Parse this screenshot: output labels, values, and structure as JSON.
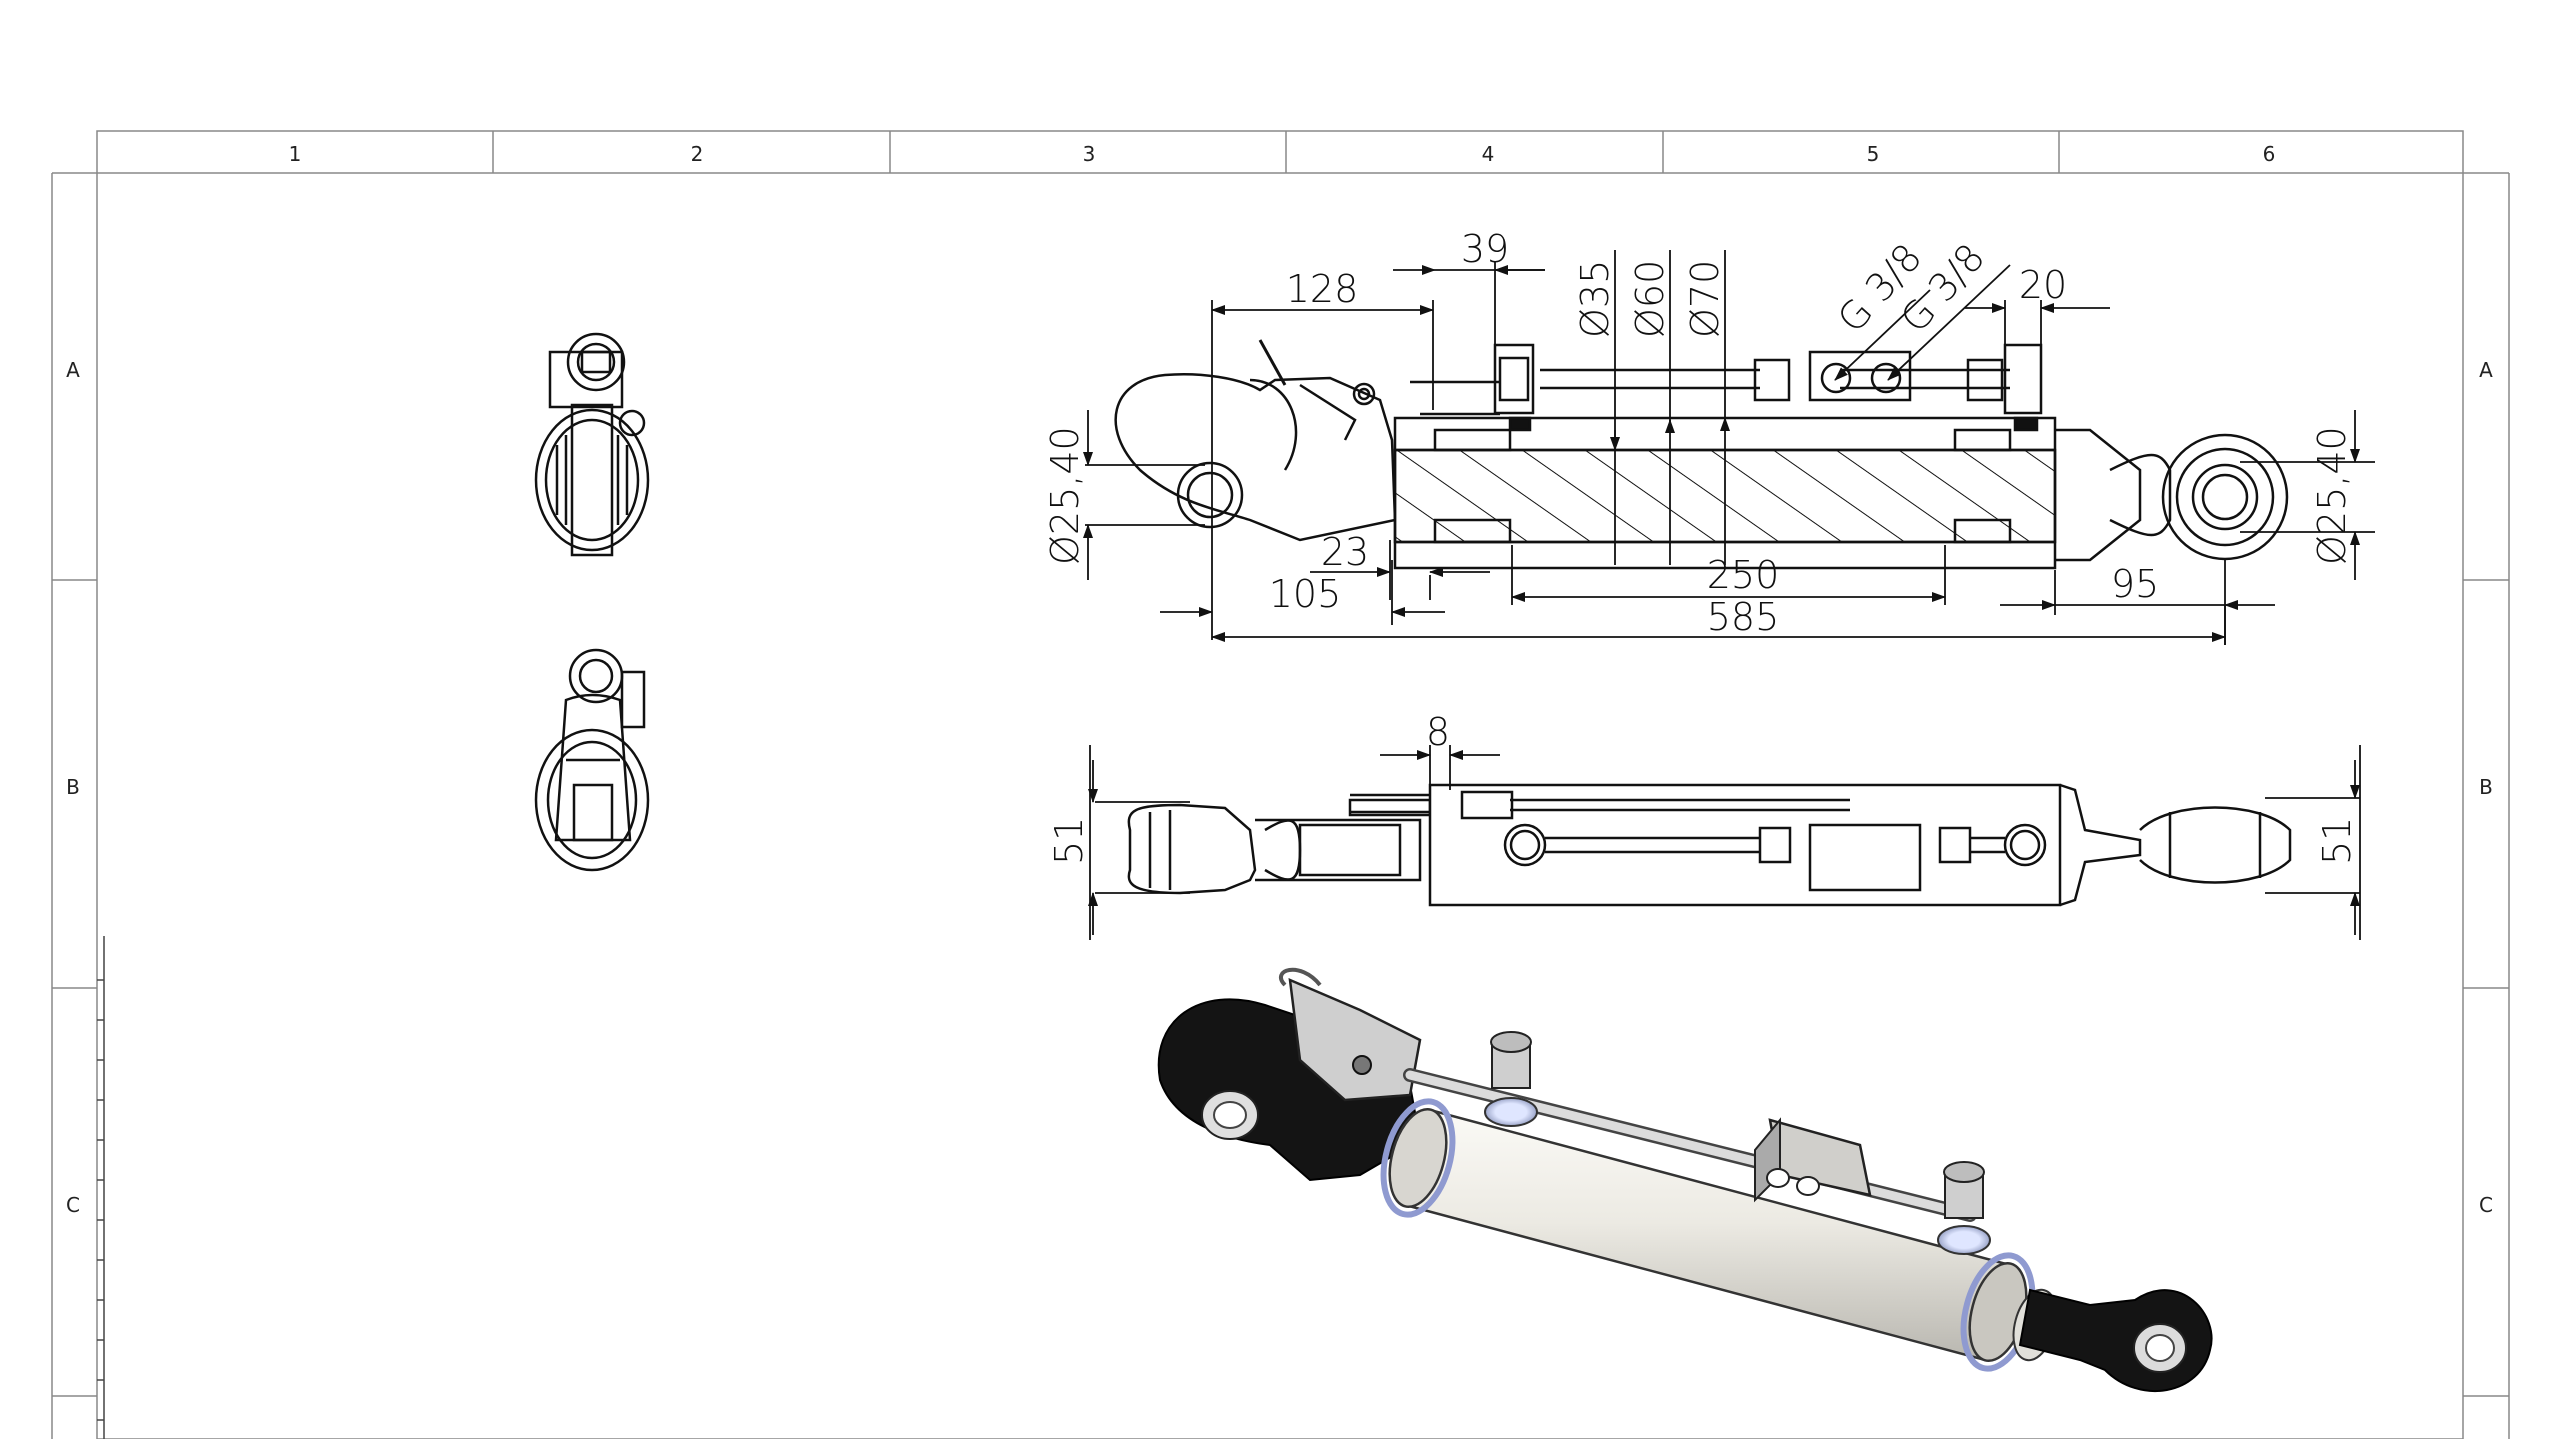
{
  "sheet": {
    "column_labels": [
      "1",
      "2",
      "3",
      "4",
      "5",
      "6"
    ],
    "row_labels": [
      "A",
      "B",
      "C"
    ]
  },
  "side_view": {
    "dims": {
      "d128": "128",
      "d39": "39",
      "phi35": "Ø35",
      "phi60": "Ø60",
      "phi70": "Ø70",
      "port1": "G 3/8",
      "port2": "G 3/8",
      "d20": "20",
      "bore_left": "Ø25,40",
      "bore_right": "Ø25,40",
      "d23": "23",
      "d105": "105",
      "d250": "250",
      "d95": "95",
      "d585": "585"
    }
  },
  "top_view": {
    "dims": {
      "d8": "8",
      "d51_left": "51",
      "d51_right": "51"
    }
  },
  "colors": {
    "line": "#111111",
    "border": "#888888",
    "body_metal": "#e9e8e2",
    "rubber": "#111111"
  }
}
